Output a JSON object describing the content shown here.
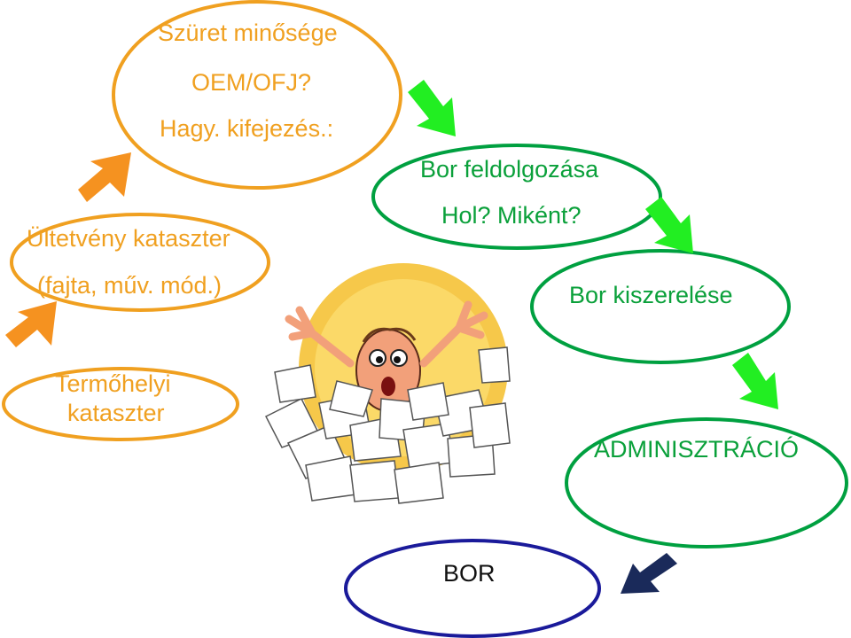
{
  "nodes": {
    "szuret": {
      "line1": "Szüret minősége",
      "line2": "OEM/OFJ?",
      "line3": "Hagy. kifejezés.:"
    },
    "ultetveny": {
      "line1": "Ültetvény kataszter",
      "line2": "(fajta, műv. mód.)"
    },
    "termohelyi": {
      "line1": "Termőhelyi",
      "line2": "kataszter"
    },
    "feldolgozas": {
      "line1": "Bor feldolgozása",
      "line2": "Hol? Miként?"
    },
    "kiszereles": {
      "line1": "Bor kiszerelése"
    },
    "adminisztracio": {
      "line1": "ADMINISZTRÁCIÓ"
    },
    "bor": {
      "line1": "BOR"
    }
  },
  "colors": {
    "orange": "#f0a020",
    "green": "#00a040",
    "arrow_green": "#22ee22",
    "navy": "#1a1a9a",
    "arrow_navy": "#1a2a5a"
  },
  "illustration": {
    "icon": "person-buried-in-paperwork-icon"
  }
}
